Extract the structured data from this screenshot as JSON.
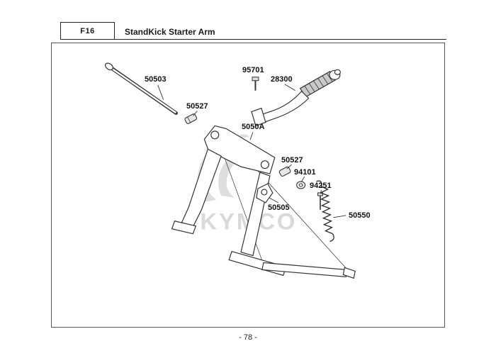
{
  "header": {
    "code": "F16",
    "title": "StandKick Starter Arm"
  },
  "watermark": {
    "brand": "KYMCO"
  },
  "diagram": {
    "labels": [
      {
        "id": "50503"
      },
      {
        "id": "95701"
      },
      {
        "id": "28300"
      },
      {
        "id": "50527"
      },
      {
        "id": "5050A"
      },
      {
        "id": "50527"
      },
      {
        "id": "94101"
      },
      {
        "id": "94251"
      },
      {
        "id": "50505"
      },
      {
        "id": "50550"
      }
    ]
  },
  "footer": {
    "page_number": "- 78 -"
  },
  "colors": {
    "line": "#333333",
    "text": "#1a1a1a",
    "watermark": "#c0c0c0"
  }
}
